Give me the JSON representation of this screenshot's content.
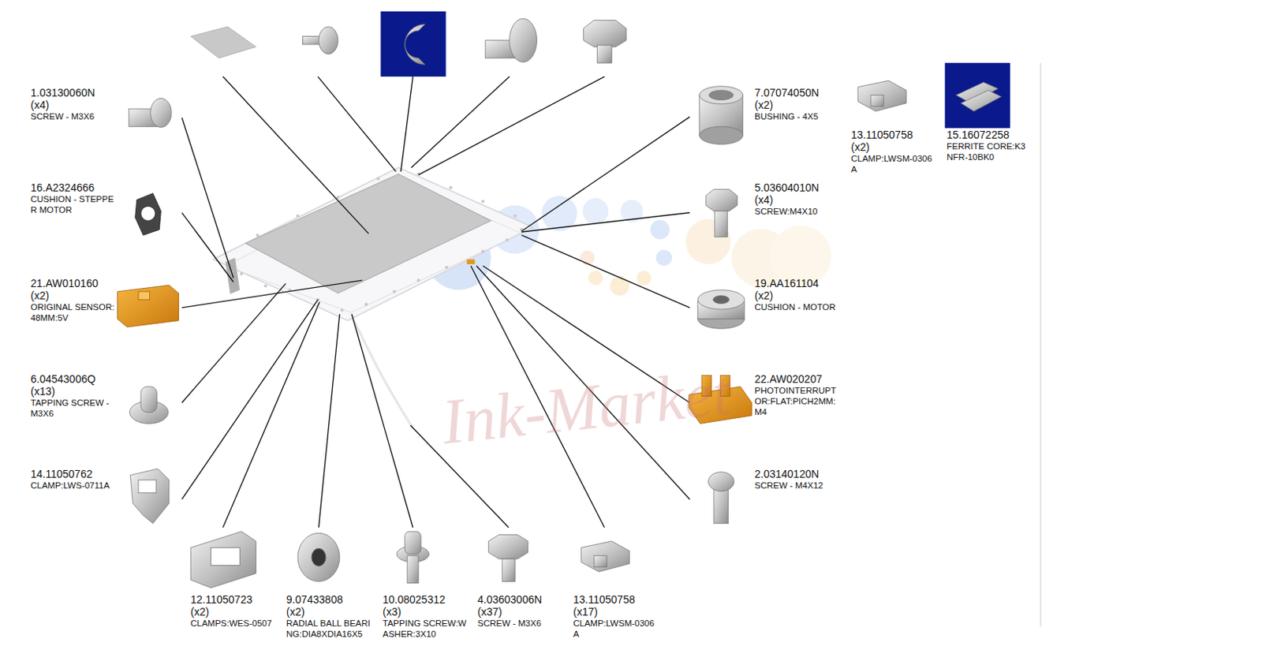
{
  "diagram": {
    "labels": [
      "1.03130060N",
      "(x4)",
      "SCREW - M3X6",
      "16.A2324666",
      "CUSHION - STEPPER MOTOR",
      "21.AW010160",
      "(x2)",
      "ORIGINAL SENSOR:48MM:5V",
      "6.04543006Q",
      "(x13)",
      "TAPPING SCREW - M3X6",
      "14.11050762",
      "CLAMP:LWS-0711A",
      "12.11050723",
      "(x2)",
      "CLAMPS:WES-0507",
      "9.07433808",
      "(x2)",
      "RADIAL BALL BEARING:DIA8XDIA16X5",
      "10.08025312",
      "(x3)",
      "TAPPING SCREW:WASHER:3X10",
      "4.03603006N",
      "(x37)",
      "SCREW - M3X6",
      "13.11050758",
      "(x17)",
      "CLAMP:LWSM-0306A",
      "7.07074050N",
      "(x2)",
      "BUSHING - 4X5",
      "5.03604010N",
      "(x4)",
      "SCREW:M4X10",
      "19.AA161104",
      "(x2)",
      "CUSHION - MOTOR",
      "22.AW020207",
      "PHOTOINTERRUPTOR:FLAT:PICH2MM:M4",
      "2.03140120N",
      "SCREW - M4X12",
      "13.11050758",
      "(x2)",
      "CLAMP:LWSM-0306A",
      "15.16072258",
      "FERRITE CORE:K3NFR-10BK0",
      "Ink-Market"
    ]
  }
}
